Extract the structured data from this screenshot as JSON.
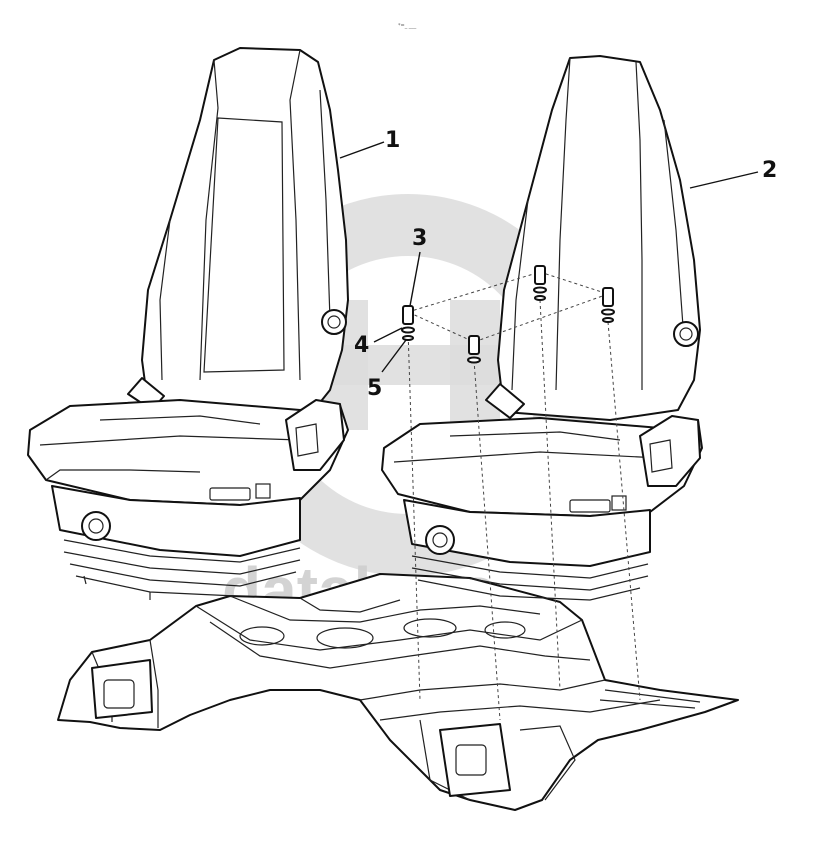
{
  "top_note": "*=_ ___",
  "callouts": [
    {
      "id": "1",
      "label": "1"
    },
    {
      "id": "2",
      "label": "2"
    },
    {
      "id": "3",
      "label": "3"
    },
    {
      "id": "4",
      "label": "4"
    },
    {
      "id": "5",
      "label": "5"
    }
  ],
  "watermark": {
    "text": "datakacs",
    "color": "#cfcfcf"
  },
  "colors": {
    "line": "#111111",
    "background": "#ffffff",
    "watermark": "#d9d9d9"
  }
}
